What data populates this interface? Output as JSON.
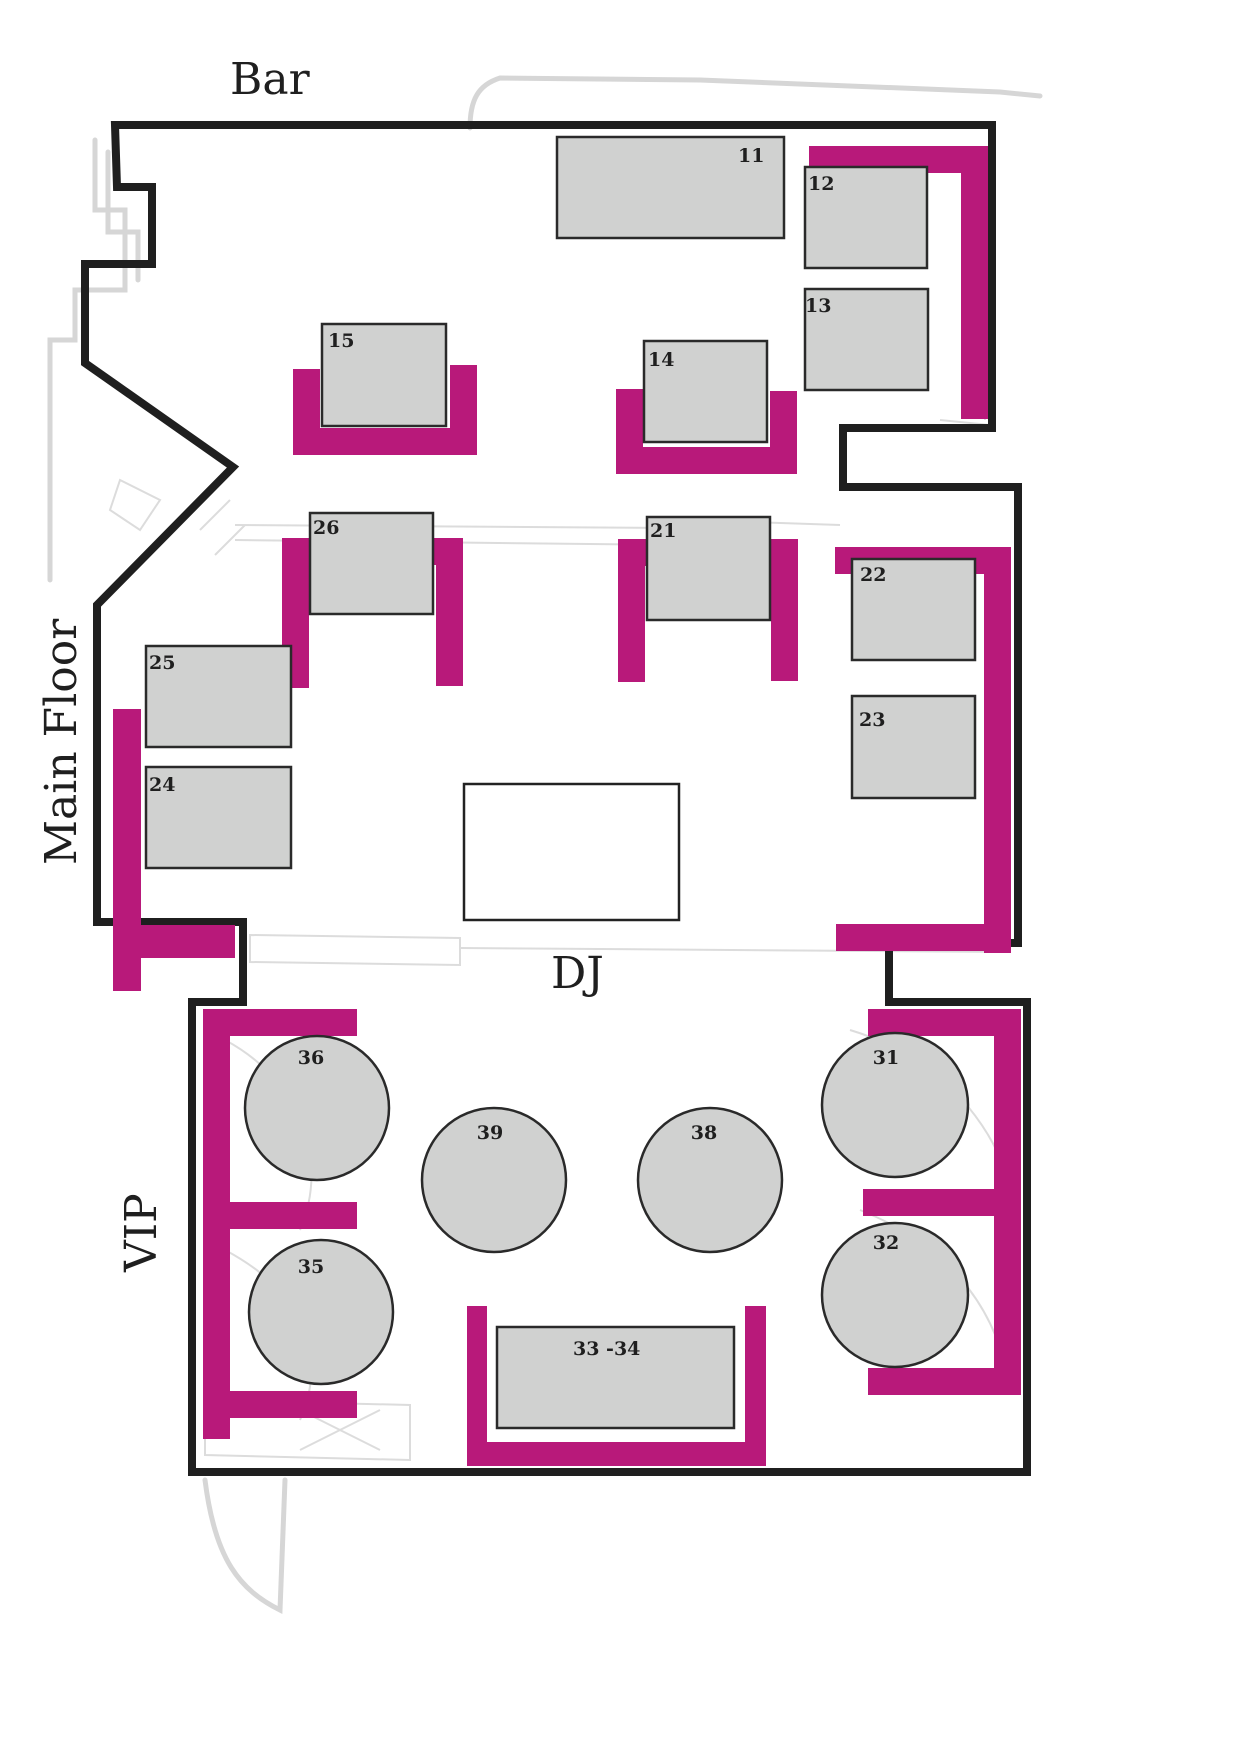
{
  "zones": {
    "bar": "Bar",
    "main_floor": "Main Floor",
    "dj": "DJ",
    "vip": "VIP"
  },
  "colors": {
    "seating": "#b8197a",
    "table_fill": "#d0d1d0",
    "wall": "#1f1f1f",
    "sketch": "#d6d6d6"
  },
  "tables": {
    "t11": "11",
    "t12": "12",
    "t13": "13",
    "t14": "14",
    "t15": "15",
    "t21": "21",
    "t22": "22",
    "t23": "23",
    "t24": "24",
    "t25": "25",
    "t26": "26",
    "t31": "31",
    "t32": "32",
    "t33_34": "33 -34",
    "t35": "35",
    "t36": "36",
    "t38": "38",
    "t39": "39"
  }
}
